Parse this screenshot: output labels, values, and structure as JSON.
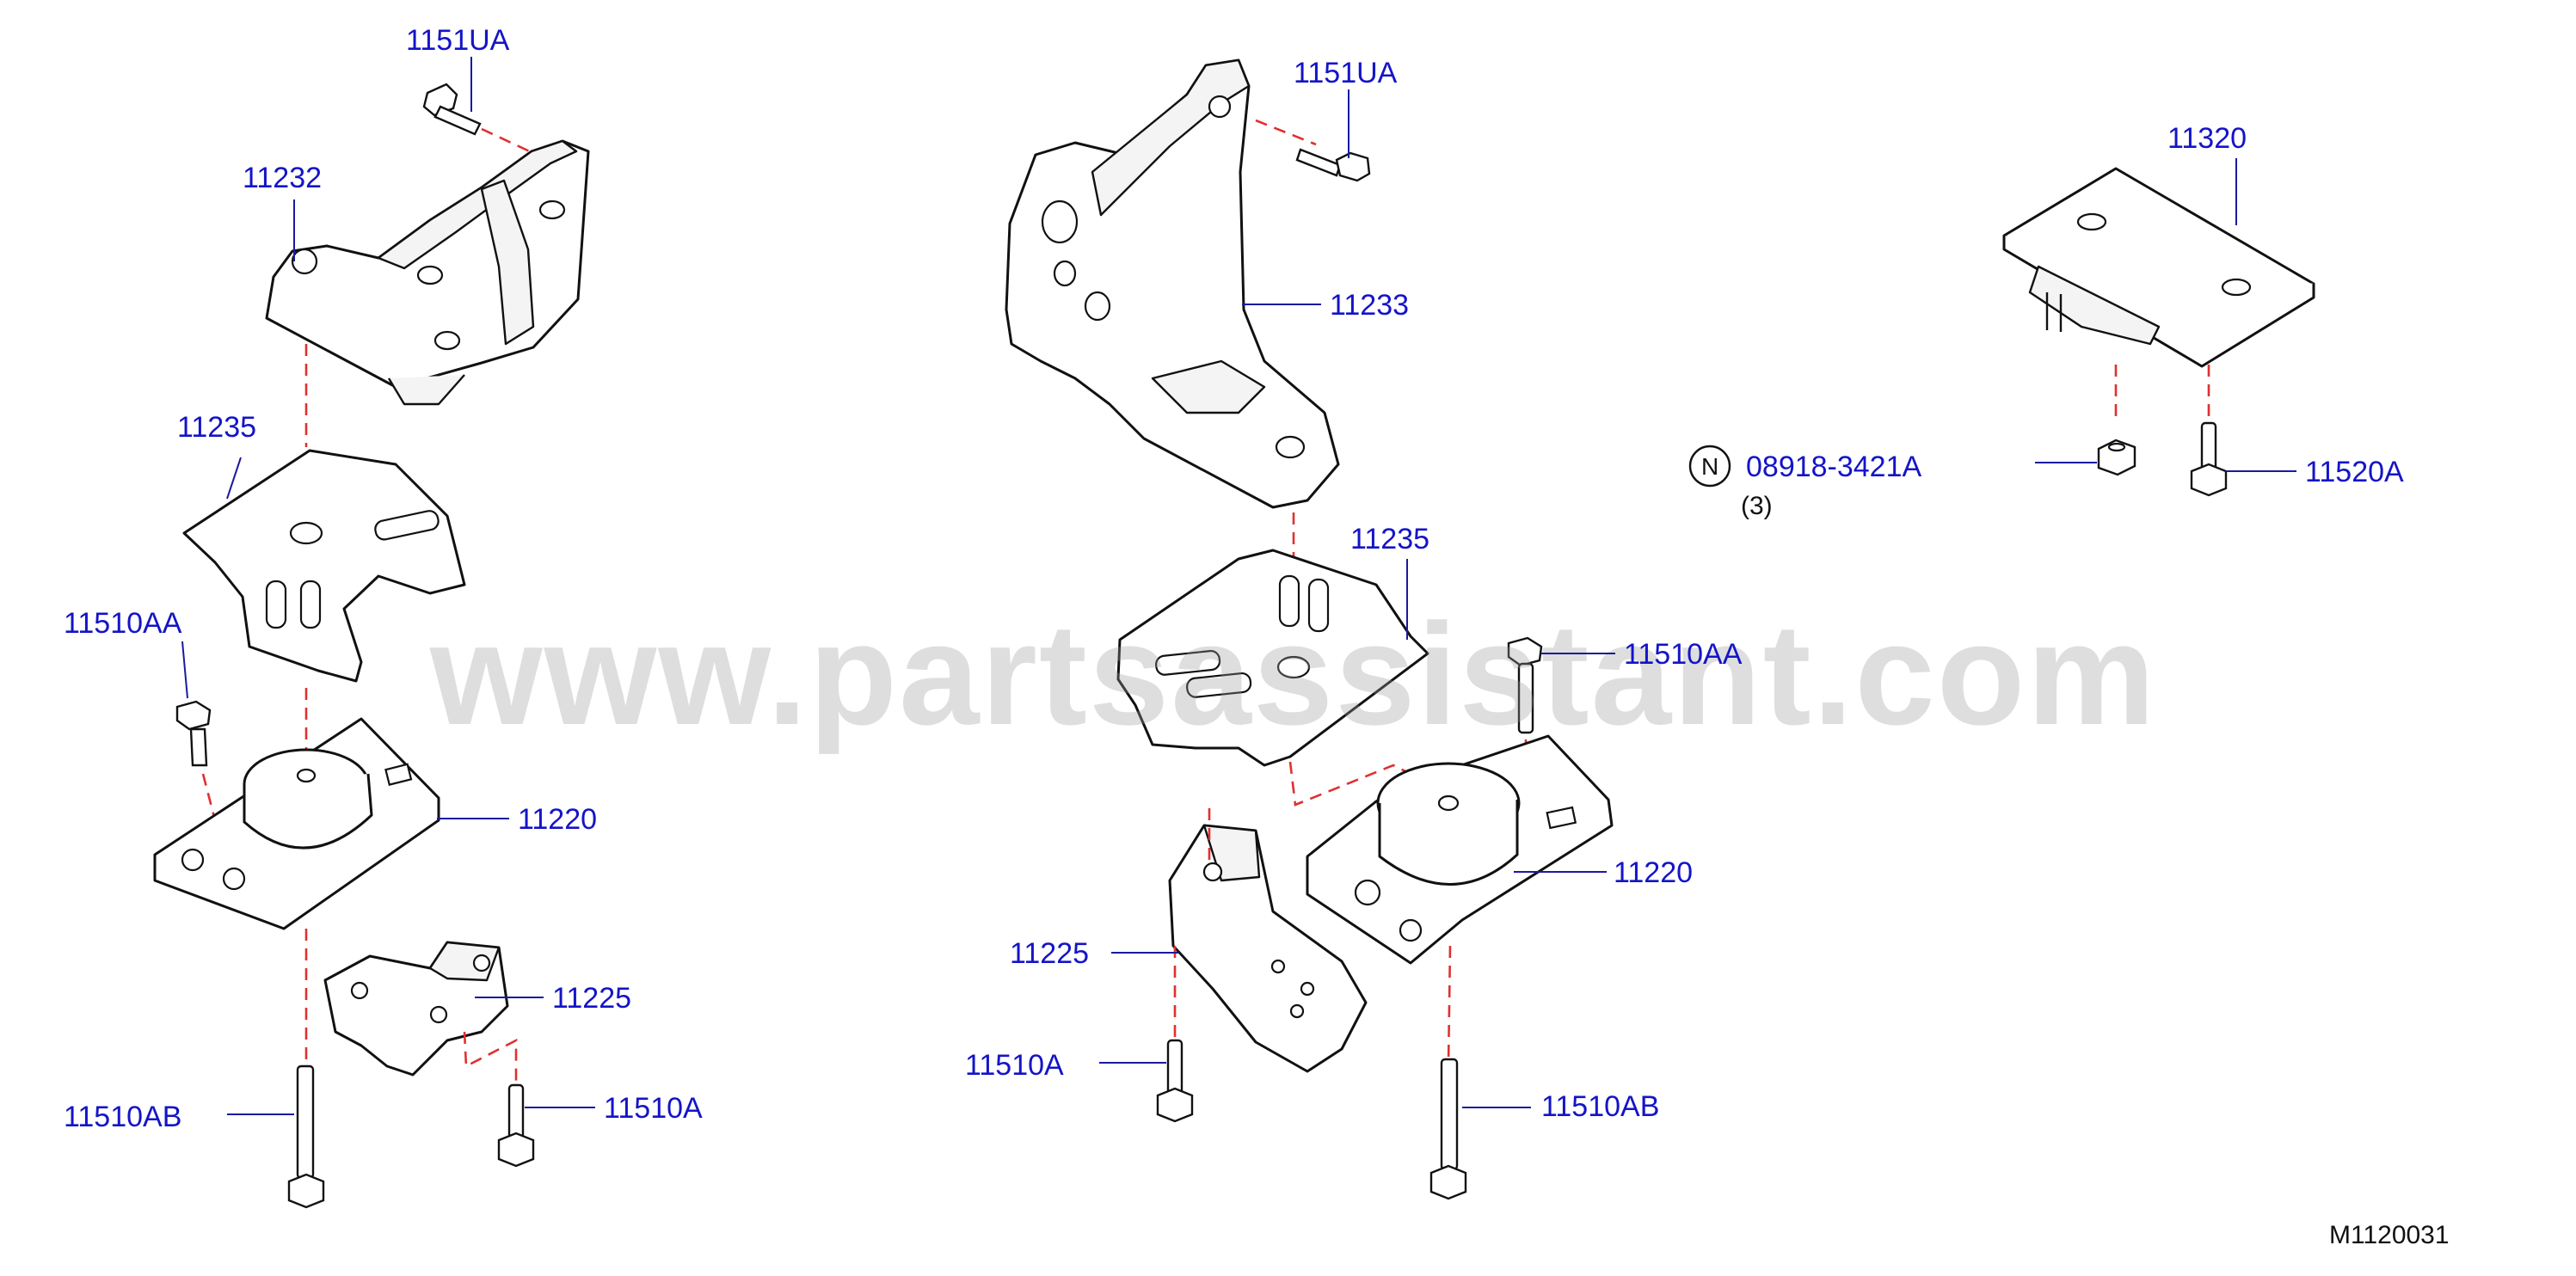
{
  "diagram": {
    "watermark": "www.partsassistant.com",
    "figure_code": "M1120031",
    "note_symbol": "N",
    "note_part": "08918-3421A",
    "note_qty": "(3)",
    "labels": {
      "left_1151UA": "1151UA",
      "left_11232": "11232",
      "left_11235": "11235",
      "left_11510AA": "11510AA",
      "left_11220": "11220",
      "left_11225": "11225",
      "left_11510AB": "11510AB",
      "left_11510A": "11510A",
      "mid_1151UA": "1151UA",
      "mid_11233": "11233",
      "mid_11235": "11235",
      "mid_11510AA": "11510AA",
      "mid_11220": "11220",
      "mid_11225": "11225",
      "mid_11510A": "11510A",
      "mid_11510AB": "11510AB",
      "right_11320": "11320",
      "right_11520A": "11520A"
    },
    "colors": {
      "label_blue": "#1414c8",
      "dash_red": "#e03030",
      "leader_blue": "#1a1aa0"
    }
  }
}
